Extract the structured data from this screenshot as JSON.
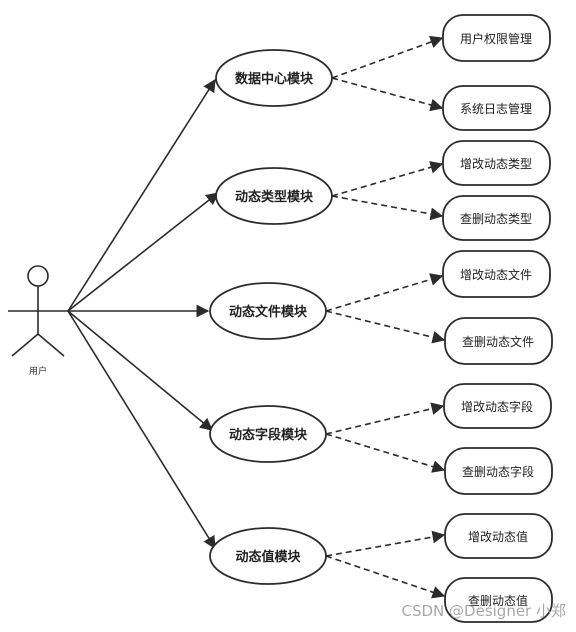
{
  "actor": {
    "label": "用户"
  },
  "modules": [
    {
      "label": "数据中心模块",
      "functions": [
        "用户权限管理",
        "系统日志管理"
      ]
    },
    {
      "label": "动态类型模块",
      "functions": [
        "增改动态类型",
        "查删动态类型"
      ]
    },
    {
      "label": "动态文件模块",
      "functions": [
        "增改动态文件",
        "查删动态文件"
      ]
    },
    {
      "label": "动态字段模块",
      "functions": [
        "增改动态字段",
        "查删动态字段"
      ]
    },
    {
      "label": "动态值模块",
      "functions": [
        "增改动态值",
        "查删动态值"
      ]
    }
  ],
  "watermark": "CSDN @Designer 小郑",
  "colors": {
    "stroke": "#2b2b2b",
    "fill": "#ffffff",
    "text": "#222222",
    "watermark": "#9a9a9a"
  }
}
